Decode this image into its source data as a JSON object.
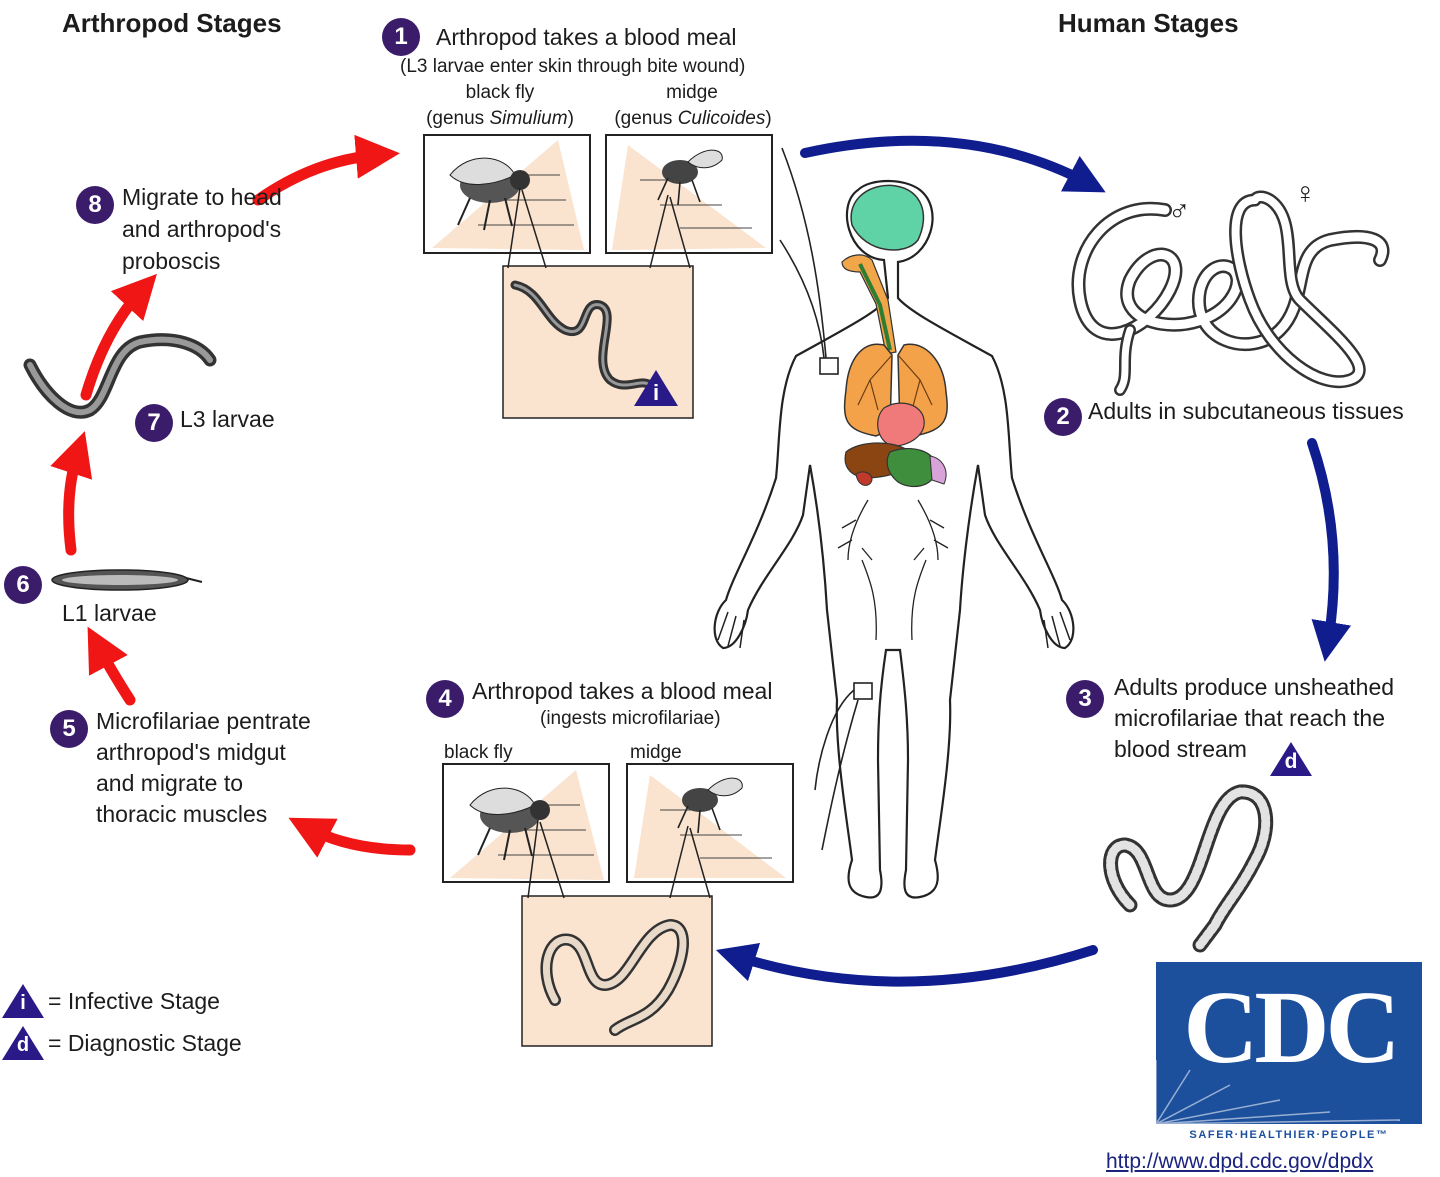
{
  "titles": {
    "arthropod": "Arthropod Stages",
    "human": "Human Stages"
  },
  "steps": {
    "s1": {
      "num": "1",
      "line1": "Arthropod takes a blood meal",
      "line2": "(L3 larvae enter skin  through bite wound)",
      "fly_name": "black fly",
      "fly_genus_prefix": "(genus ",
      "fly_genus": "Simulium",
      "fly_genus_suffix": ")",
      "midge_name": "midge",
      "midge_genus_prefix": "(genus ",
      "midge_genus": "Culicoides",
      "midge_genus_suffix": ")"
    },
    "s2": {
      "num": "2",
      "text": "Adults in subcutaneous tissues"
    },
    "s3": {
      "num": "3",
      "line1": "Adults produce unsheathed",
      "line2": "microfilariae that reach the",
      "line3": "blood stream"
    },
    "s4": {
      "num": "4",
      "line1": "Arthropod takes a blood meal",
      "line2": "(ingests microfilariae)",
      "fly_name": "black fly",
      "midge_name": "midge"
    },
    "s5": {
      "num": "5",
      "line1": "Microfilariae pentrate",
      "line2": "arthropod's midgut",
      "line3": "and migrate to",
      "line4": "thoracic muscles"
    },
    "s6": {
      "num": "6",
      "text": "L1 larvae"
    },
    "s7": {
      "num": "7",
      "text": "L3 larvae"
    },
    "s8": {
      "num": "8",
      "line1": "Migrate to head",
      "line2": "and arthropod's",
      "line3": "proboscis"
    }
  },
  "symbols": {
    "male": "♂",
    "female": "♀"
  },
  "legend": {
    "infective_symbol": "i",
    "infective_label": "= Infective Stage",
    "diagnostic_symbol": "d",
    "diagnostic_label": "= Diagnostic Stage"
  },
  "logo": {
    "text": "CDC",
    "tagline": "SAFER·HEALTHIER·PEOPLE™"
  },
  "url": "http://www.dpd.cdc.gov/dpdx",
  "colors": {
    "badge": "#3a1c6b",
    "red_arrow": "#f01616",
    "blue_arrow": "#0f1d8f",
    "cdc_blue": "#1c4f9c",
    "panel": "#fae3cf"
  }
}
